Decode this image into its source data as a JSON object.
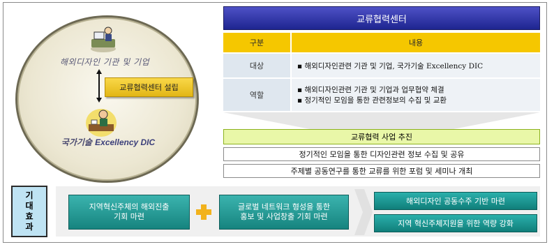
{
  "left": {
    "top_label": "해외디자인 기관 및 기업",
    "center_bubble": "교류협력센터 설립",
    "bottom_label_ko": "국가기술 ",
    "bottom_label_en": "Excellency DIC"
  },
  "center": {
    "title": "교류협력센터",
    "headers": {
      "col1": "구분",
      "col2": "내용"
    },
    "rows": [
      {
        "label": "대상",
        "lines": [
          "▪ 해외디자인관련 기관 및 기업, 국가기술 Excellency DIC"
        ]
      },
      {
        "label": "역할",
        "lines": [
          "▪ 해외디자인관련 기관 및 기업과 업무협약 체결",
          "▪ 정기적인 모임을 통한 관련정보의 수집 및 교환"
        ]
      }
    ],
    "promo_title": "교류협력 사업 추진",
    "promo_items": [
      "정기적인 모임을 통한 디자인관련 정보 수집 및 공유",
      "주제별 공동연구를 통한 교류를 위한 포럼 및 세미나 개최"
    ]
  },
  "effects": {
    "label_chars": [
      "기",
      "대",
      "효",
      "과"
    ],
    "input1": "지역혁신주체의 해외진출\n기회 마련",
    "input2": "글로벌 네트워크 형성을 통한\n홍보 및 사업창출 기회 마련",
    "results": [
      "해외디자인 공동수주 기반 마련",
      "지역 혁신주체지원을 위한 역량 강화"
    ]
  },
  "colors": {
    "title_bar": "#2a2f9e",
    "header_yellow": "#f5c700",
    "promo_green": "#e9f7a8",
    "teal": "#1f9a95",
    "plus_orange": "#f2b21c"
  }
}
